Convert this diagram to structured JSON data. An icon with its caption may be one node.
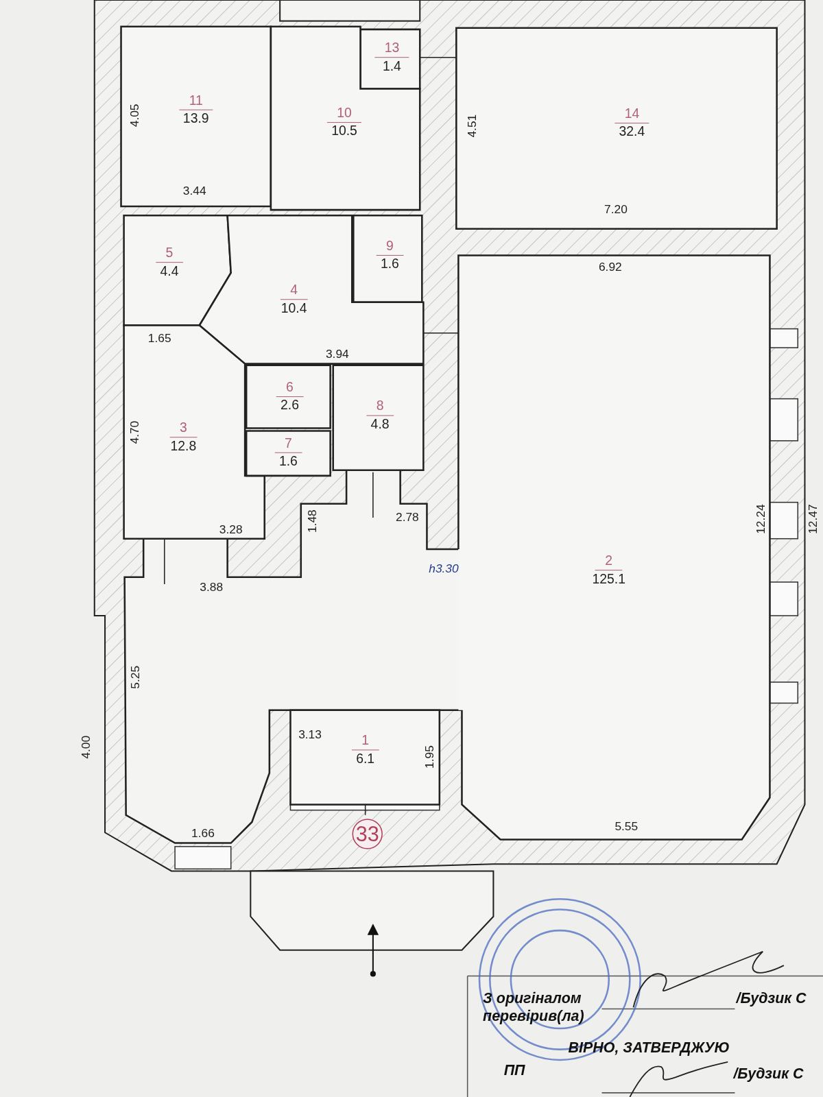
{
  "diagram": {
    "nodes": [
      {
        "text": [
          "11",
          "13.9"
        ]
      },
      {
        "text": [
          "13",
          "1.4"
        ]
      },
      {
        "text": [
          "10",
          "10.5"
        ]
      },
      {
        "text": [
          "14",
          "32.4"
        ]
      },
      {
        "text": [
          "5",
          "4.4"
        ]
      },
      {
        "text": [
          "9",
          "1.6"
        ]
      },
      {
        "text": [
          "4",
          "10.4"
        ]
      },
      {
        "text": [
          "6",
          "2.6"
        ]
      },
      {
        "text": [
          "8",
          "4.8"
        ]
      },
      {
        "text": [
          "3",
          "12.8"
        ]
      },
      {
        "text": [
          "7",
          "1.6"
        ]
      },
      {
        "text": [
          "2",
          "125.1"
        ]
      },
      {
        "text": [
          "1",
          "6.1"
        ]
      },
      {
        "text": [
          "33"
        ]
      }
    ],
    "labels": [
      "4.05",
      "3.44",
      "4.51",
      "7.20",
      "6.92",
      "1.65",
      "3.94",
      "4.70",
      "12.24",
      "12.47",
      "2.78",
      "3.28",
      "1.48",
      "h3.30",
      "3.88",
      "5.25",
      "4.00",
      "3.13",
      "1.95",
      "1.66",
      "5.55",
      "З оригіналом перевірив(ла)",
      "/Будзик С",
      "ВІРНО, ЗАТВЕРДЖУЮ",
      "ПП",
      "/Будзик С"
    ]
  }
}
